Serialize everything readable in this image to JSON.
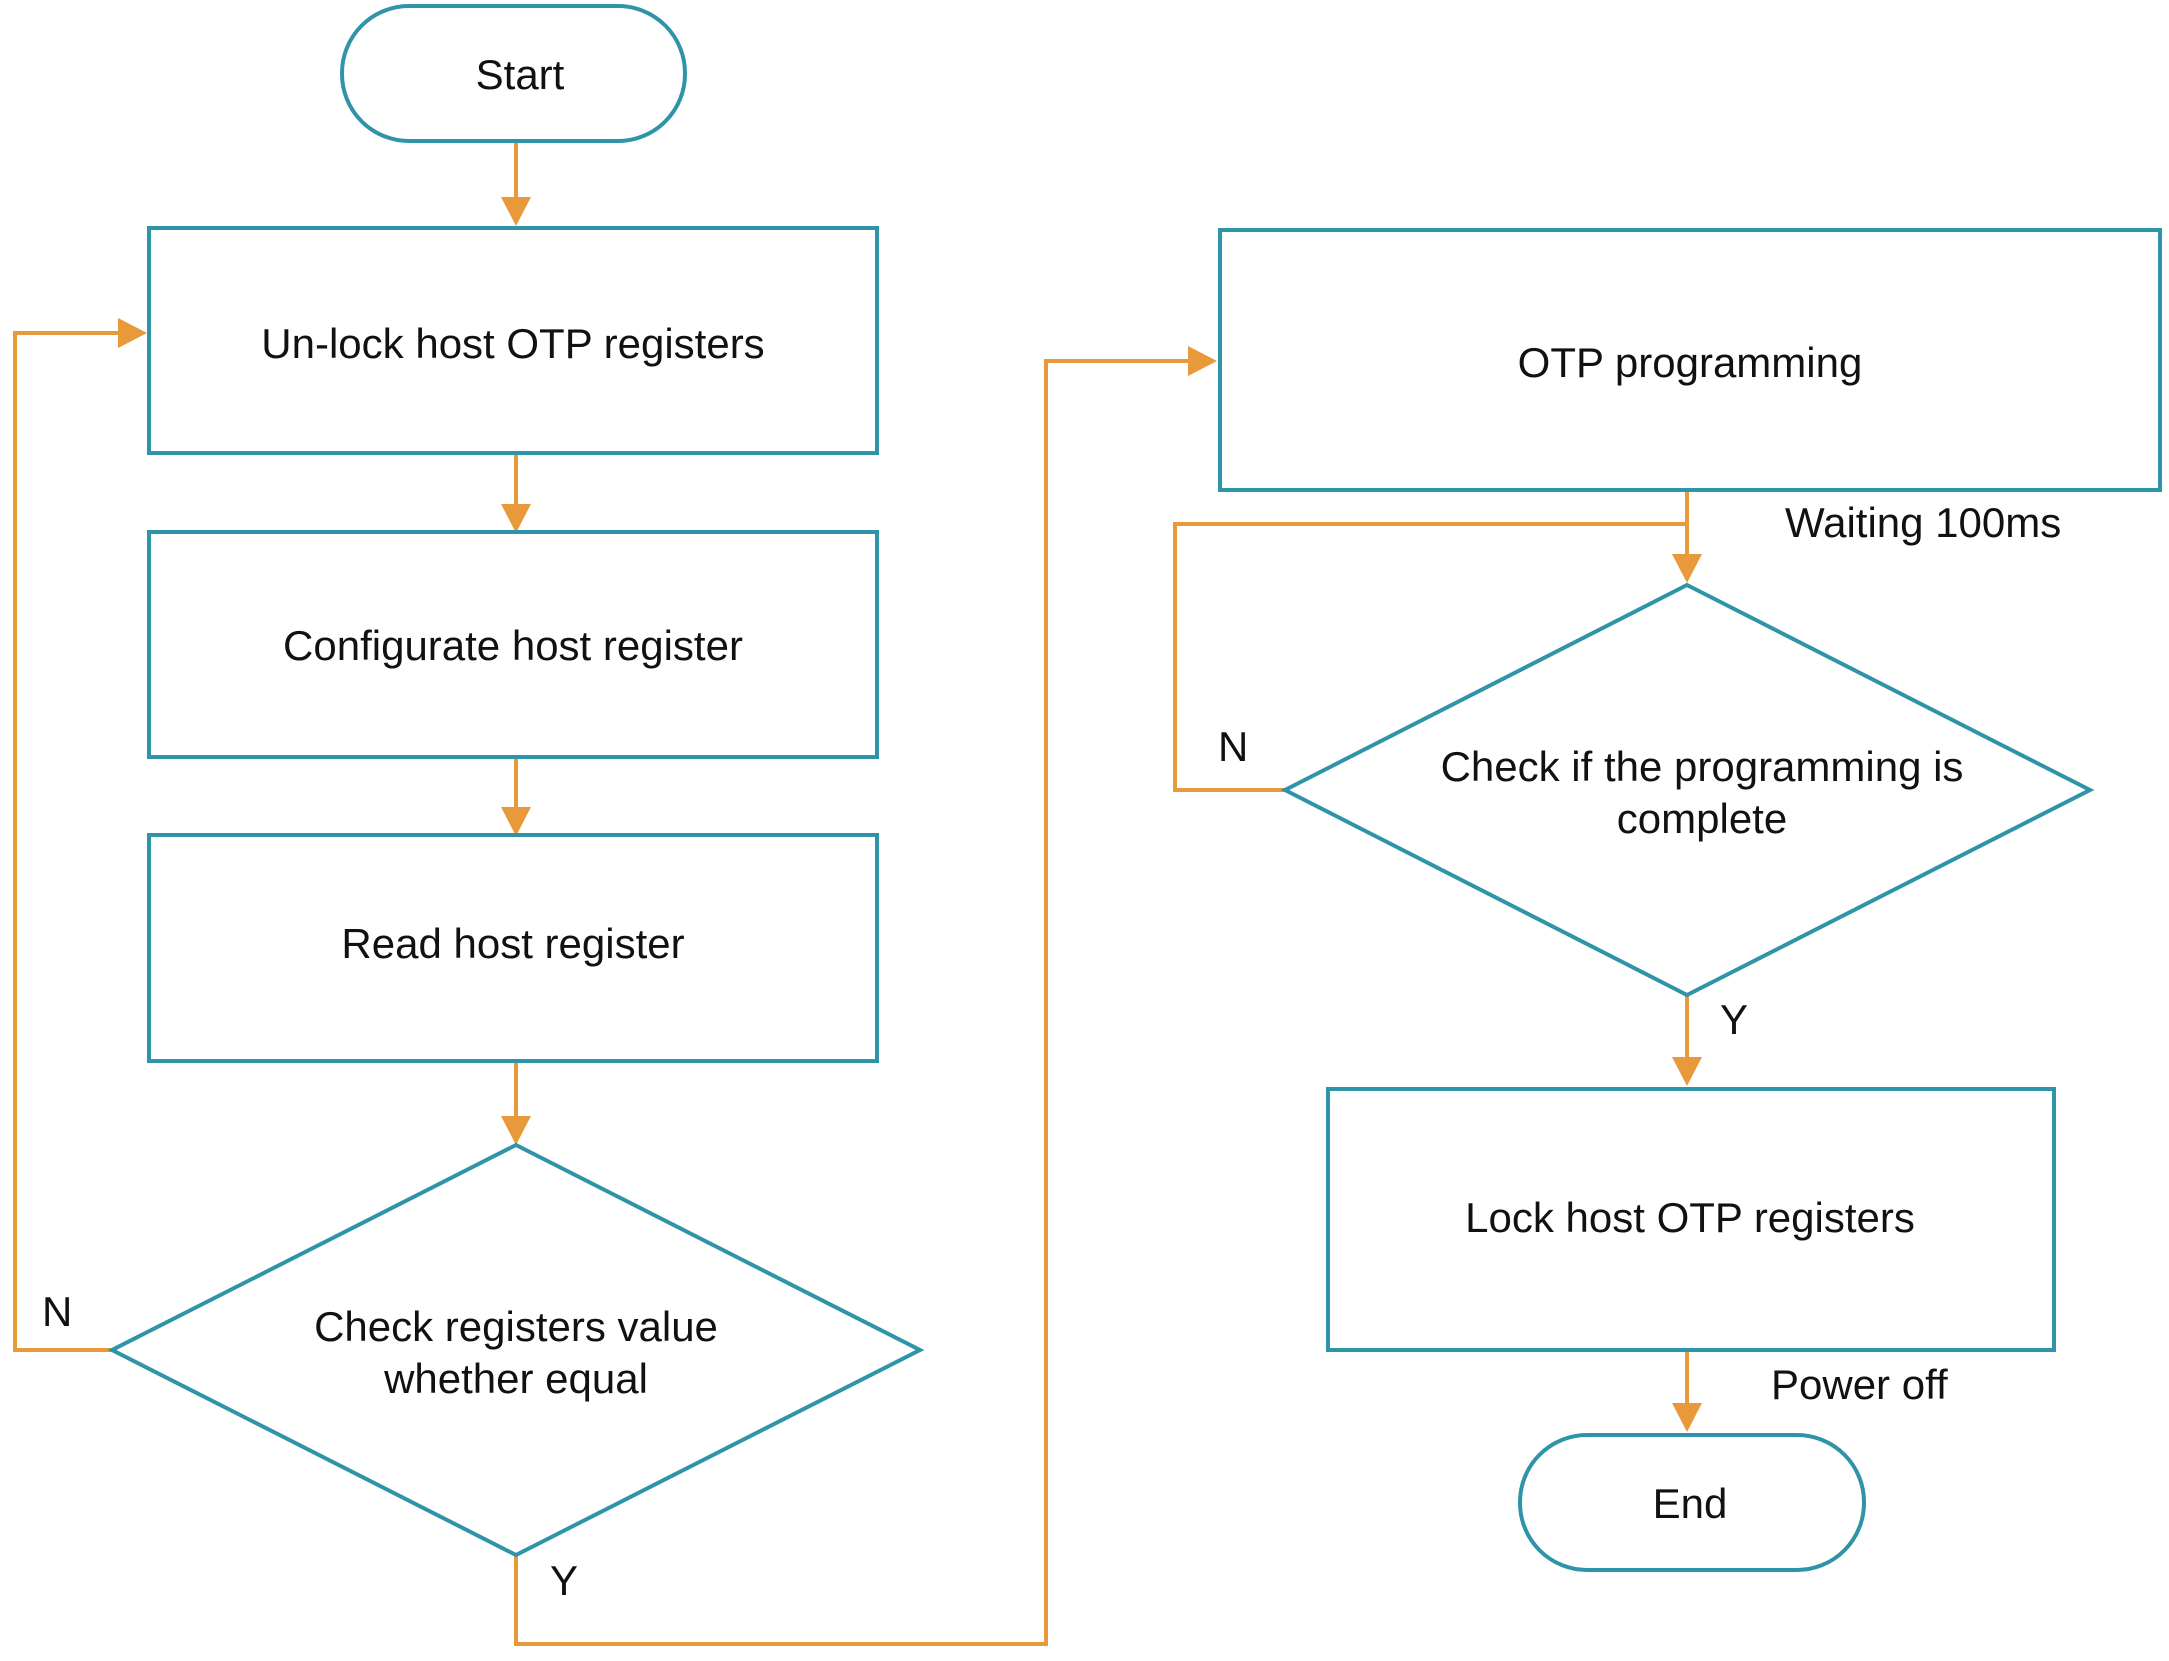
{
  "colors": {
    "node_stroke": "#2f94a8",
    "edge": "#e8993a",
    "text": "#111111",
    "background": "#ffffff"
  },
  "nodes": {
    "start": "Start",
    "unlock": "Un-lock host OTP registers",
    "configure": "Configurate host register",
    "read": "Read host register",
    "check_equal_line1": "Check registers value",
    "check_equal_line2": "whether equal",
    "otp_programming": "OTP programming",
    "check_complete_line1": "Check if the programming is",
    "check_complete_line2": "complete",
    "lock": "Lock host OTP registers",
    "end": "End"
  },
  "edge_labels": {
    "check_equal_no": "N",
    "check_equal_yes": "Y",
    "waiting": "Waiting 100ms",
    "check_complete_no": "N",
    "check_complete_yes": "Y",
    "power_off": "Power off"
  }
}
